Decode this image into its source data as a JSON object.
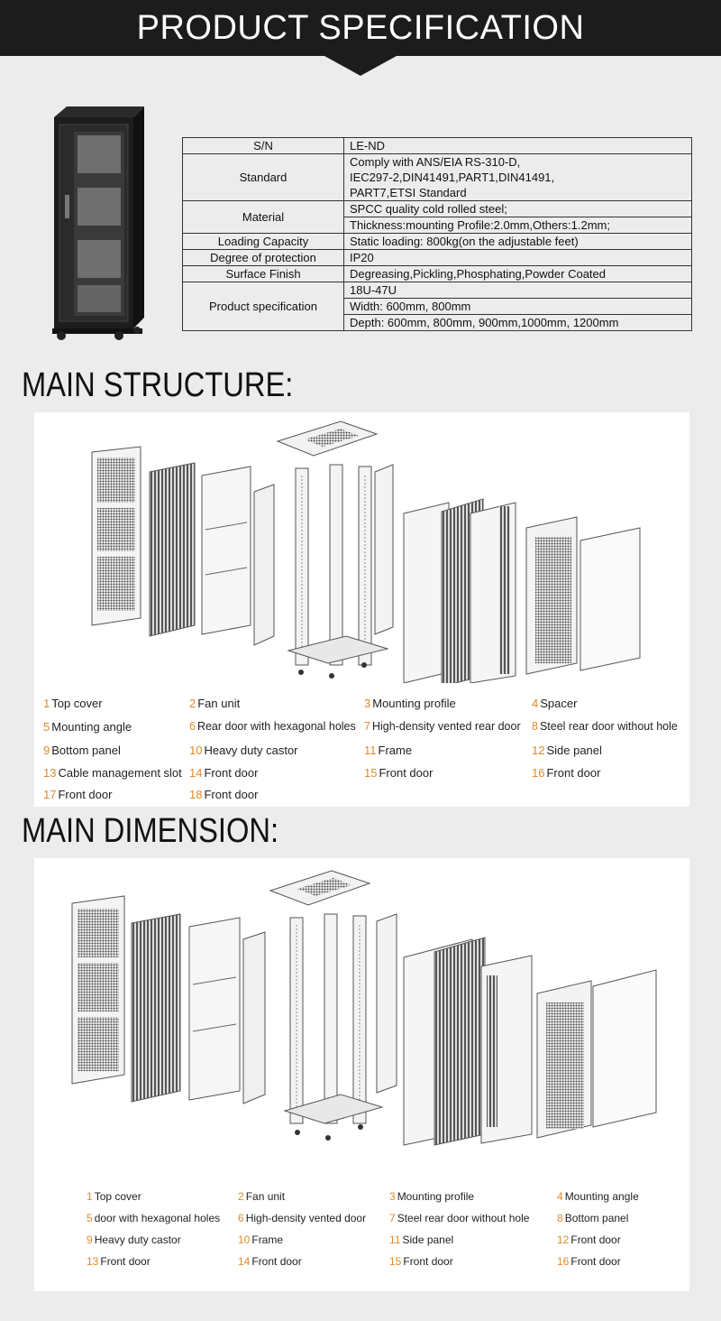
{
  "banner": {
    "title": "PRODUCT SPECIFICATION"
  },
  "spec_table": {
    "rows": [
      {
        "key": "S/N",
        "values": [
          "LE-ND"
        ]
      },
      {
        "key": "Standard",
        "values": [
          "Comply with  ANS/EIA RS-310-D,",
          "IEC297-2,DIN41491,PART1,DIN41491,",
          "PART7,ETSI Standard"
        ]
      },
      {
        "key": "Material",
        "values": [
          "SPCC quality cold rolled steel;",
          "Thickness:mounting Profile:2.0mm,Others:1.2mm;"
        ]
      },
      {
        "key": "Loading Capacity",
        "values": [
          "Static loading: 800kg(on the adjustable feet)"
        ]
      },
      {
        "key": "Degree of protection",
        "values": [
          "IP20"
        ]
      },
      {
        "key": "Surface Finish",
        "values": [
          "Degreasing,Pickling,Phosphating,Powder Coated"
        ]
      },
      {
        "key": "Product specification",
        "values": [
          "18U-47U",
          "Width: 600mm, 800mm",
          "Depth: 600mm, 800mm, 900mm,1000mm, 1200mm"
        ]
      }
    ]
  },
  "main_structure": {
    "title": "MAIN STRUCTURE:",
    "legend": [
      {
        "num": "1",
        "label": "Top cover"
      },
      {
        "num": "2",
        "label": "Fan unit"
      },
      {
        "num": "3",
        "label": "Mounting profile"
      },
      {
        "num": "4",
        "label": "Spacer"
      },
      {
        "num": "5",
        "label": "Mounting angle"
      },
      {
        "num": "6",
        "label": "Rear door with hexagonal holes"
      },
      {
        "num": "7",
        "label": "High-density vented rear door"
      },
      {
        "num": "8",
        "label": "Steel rear door without hole"
      },
      {
        "num": "9",
        "label": "Bottom panel"
      },
      {
        "num": "10",
        "label": "Heavy duty castor"
      },
      {
        "num": "11",
        "label": "Frame"
      },
      {
        "num": "12",
        "label": "Side panel"
      },
      {
        "num": "13",
        "label": "Cable management slot"
      },
      {
        "num": "14",
        "label": "Front door"
      },
      {
        "num": "15",
        "label": "Front door"
      },
      {
        "num": "16",
        "label": "Front door"
      },
      {
        "num": "17",
        "label": "Front door"
      },
      {
        "num": "18",
        "label": "Front door"
      }
    ]
  },
  "main_dimension": {
    "title": "MAIN DIMENSION:",
    "legend": [
      {
        "num": "1",
        "label": "Top cover"
      },
      {
        "num": "2",
        "label": "Fan unit"
      },
      {
        "num": "3",
        "label": "Mounting profile"
      },
      {
        "num": "4",
        "label": "Mounting angle"
      },
      {
        "num": "5",
        "label": "door with hexagonal holes"
      },
      {
        "num": "6",
        "label": "High-density vented door"
      },
      {
        "num": "7",
        "label": "Steel rear door without hole"
      },
      {
        "num": "8",
        "label": "Bottom panel"
      },
      {
        "num": "9",
        "label": "Heavy duty castor"
      },
      {
        "num": "10",
        "label": "Frame"
      },
      {
        "num": "11",
        "label": "Side panel"
      },
      {
        "num": "12",
        "label": "Front door"
      },
      {
        "num": "13",
        "label": "Front door"
      },
      {
        "num": "14",
        "label": "Front door"
      },
      {
        "num": "15",
        "label": "Front door"
      },
      {
        "num": "16",
        "label": "Front door"
      }
    ]
  },
  "colors": {
    "banner": "#1c1c1c",
    "legend_number": "#e08a2a"
  }
}
